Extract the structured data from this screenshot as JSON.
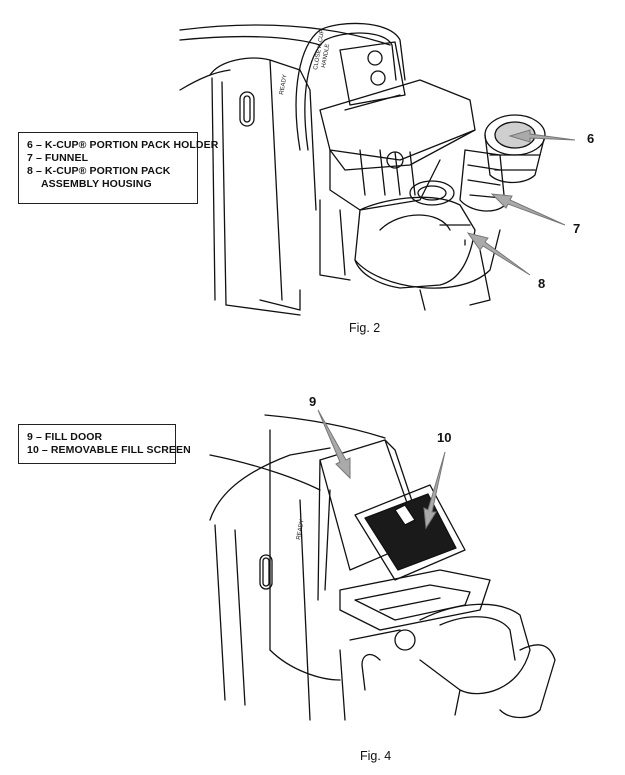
{
  "figure1": {
    "caption": "Fig. 2",
    "legend": [
      "6 – K-CUP® PORTION PACK HOLDER",
      "7 – FUNNEL",
      "8 – K-CUP® PORTION PACK",
      "ASSEMBLY HOUSING"
    ],
    "callouts": [
      "6",
      "7",
      "8"
    ],
    "device_labels": [
      "READY",
      "CLOSE K-CUP",
      "HANDLE"
    ]
  },
  "figure2": {
    "caption": "Fig. 4",
    "legend": [
      "9 – FILL DOOR",
      "10 – REMOVABLE FILL SCREEN"
    ],
    "callouts": [
      "9",
      "10"
    ],
    "device_labels": [
      "READY"
    ]
  }
}
